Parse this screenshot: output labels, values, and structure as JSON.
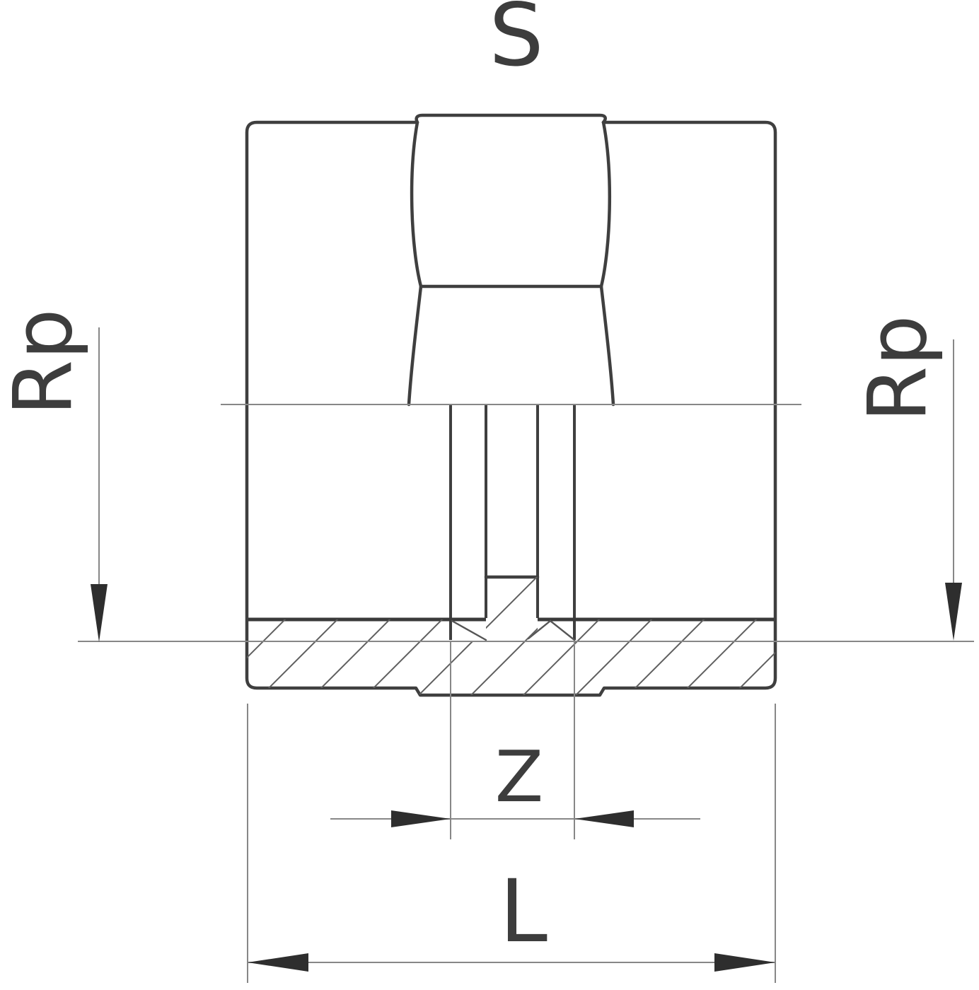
{
  "drawing": {
    "description": "Technical sectional drawing of a socket fitting with internal pipe thread",
    "labels": {
      "s": "S",
      "rp_left": "Rp",
      "rp_right": "Rp",
      "z": "Z",
      "l": "L"
    },
    "colors": {
      "background": "#ffffff",
      "outline": "#3f3f3f",
      "dimension_line": "#878787",
      "hatch": "#5f5f5f",
      "arrowhead": "#2e2e2e",
      "text": "#3d3d3d"
    }
  }
}
